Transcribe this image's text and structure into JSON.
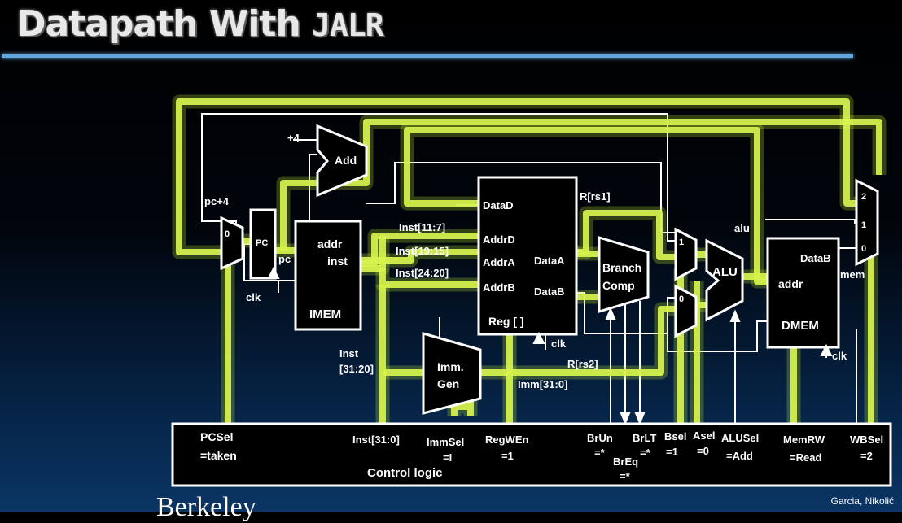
{
  "slide": {
    "title_prefix": "Datapath With ",
    "title_code": "JALR",
    "credit": "Garcia, Nikolić",
    "footer_partial": "Berkeley"
  },
  "blocks": {
    "add_label": "Add",
    "plus4": "+4",
    "pc_label": "PC",
    "imem_addr": "addr",
    "imem_inst": "inst",
    "imem_label": "IMEM",
    "reg_datad": "DataD",
    "reg_addrd": "AddrD",
    "reg_addra": "AddrA",
    "reg_addrb": "AddrB",
    "reg_dataa": "DataA",
    "reg_datab": "DataB",
    "reg_label": "Reg [ ]",
    "branch_line1": "Branch",
    "branch_line2": "Comp",
    "alu_label": "ALU",
    "dmem_datab": "DataB",
    "dmem_addr": "addr",
    "dmem_label": "DMEM",
    "imm_line1": "Imm.",
    "imm_line2": "Gen"
  },
  "signals": {
    "pc4": "pc+4",
    "pc": "pc",
    "inst_11_7": "Inst[11:7]",
    "inst_19_15": "Inst[19:15]",
    "inst_24_20": "Inst[24:20]",
    "inst_31_20_line1": "Inst",
    "inst_31_20_line2": "[31:20]",
    "r_rs1": "R[rs1]",
    "r_rs2": "R[rs2]",
    "imm_31_0": "Imm[31:0]",
    "alu": "alu",
    "mem": "mem",
    "clk": "clk"
  },
  "mux_inputs": {
    "pcsel_0": "0",
    "asel_1": "1",
    "bsel_0": "0",
    "wb_2": "2",
    "wb_1": "1",
    "wb_0": "0"
  },
  "control": {
    "title": "Control logic",
    "pcsel_name": "PCSel",
    "pcsel_val": "=taken",
    "inst": "Inst[31:0]",
    "immsel_name": "ImmSel",
    "immsel_val": "=I",
    "regwen_name": "RegWEn",
    "regwen_val": "=1",
    "brun_name": "BrUn",
    "brun_val": "=*",
    "breq_name": "BrEq",
    "breq_val": "=*",
    "brlt_name": "BrLT",
    "brlt_val": "=*",
    "bsel_name": "Bsel",
    "bsel_val": "=1",
    "asel_name": "Asel",
    "asel_val": "=0",
    "alusel_name": "ALUSel",
    "alusel_val": "=Add",
    "memrw_name": "MemRW",
    "memrw_val": "=Read",
    "wbsel_name": "WBSel",
    "wbsel_val": "=2"
  },
  "colors": {
    "highlight": "#d6f24e",
    "wire": "#ffffff",
    "title_rule": "#5fa7de"
  }
}
